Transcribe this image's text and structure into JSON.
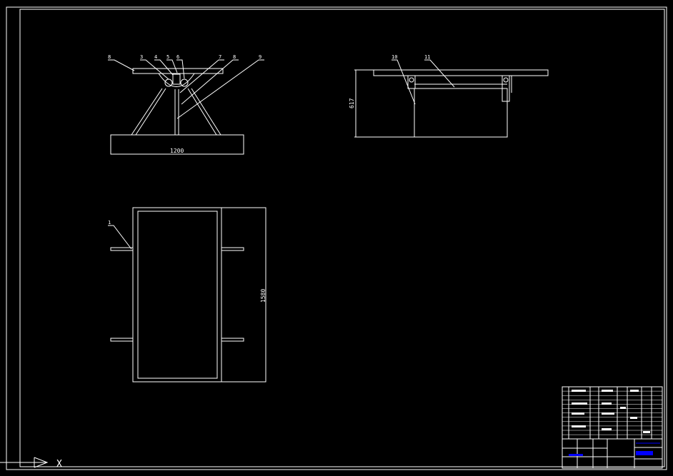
{
  "drawing": {
    "background": "#000000",
    "line_color": "#ffffff",
    "accent_color": "#0000ff",
    "front_view": {
      "dimension_width": "1200",
      "callouts": [
        "8",
        "3",
        "4",
        "5",
        "6",
        "7",
        "8",
        "9"
      ]
    },
    "side_view": {
      "dimension_height": "617",
      "callouts": [
        "10",
        "11"
      ]
    },
    "top_view": {
      "dimension_length": "1580",
      "callouts": [
        "1"
      ]
    },
    "ucs_icon": {
      "axis_label": "X"
    }
  }
}
